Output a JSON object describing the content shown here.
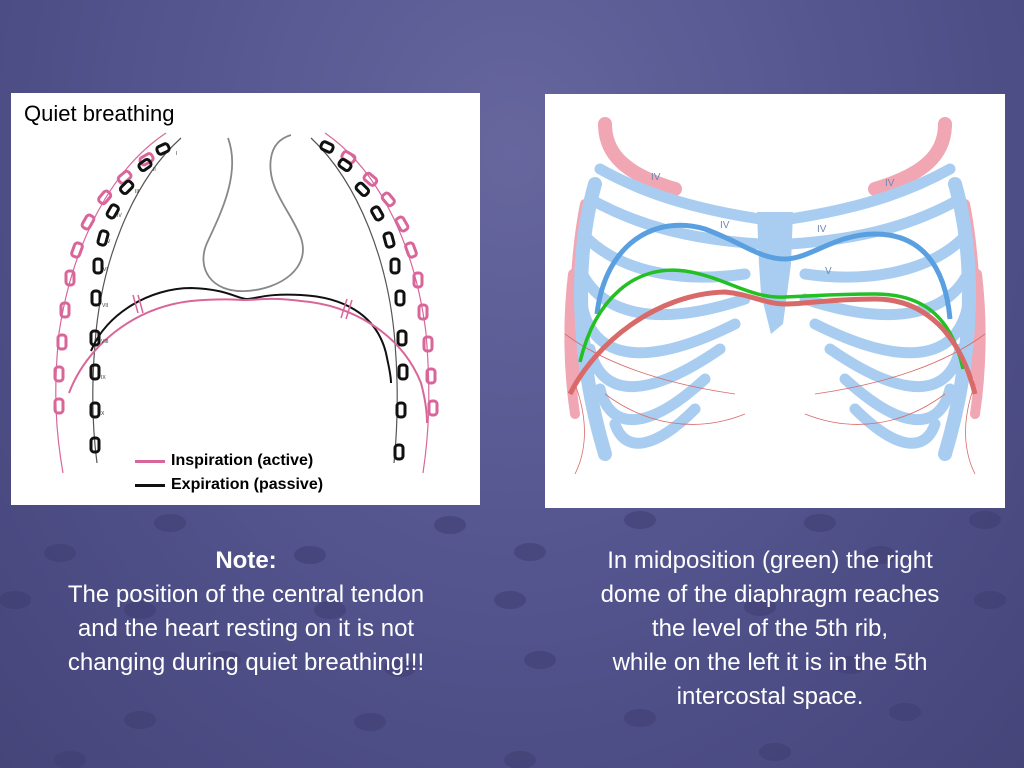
{
  "left_figure": {
    "title": "Quiet breathing",
    "legend": [
      {
        "label": "Inspiration (active)",
        "color": "#d9669a"
      },
      {
        "label": "Expiration (passive)",
        "color": "#111111"
      }
    ],
    "rib_numerals": [
      "I",
      "II",
      "III",
      "IV",
      "V",
      "VI",
      "VII",
      "VIII",
      "IX",
      "X"
    ]
  },
  "right_figure": {
    "rib_labels": [
      "IV",
      "IV",
      "IV",
      "IV",
      "V"
    ],
    "colors": {
      "midposition": "#22c022",
      "expiration": "#5aa0e0",
      "inspiration": "#d86a6a",
      "ribs": "#a9cdf0",
      "pink_ribs": "#f0a7b3"
    }
  },
  "note": {
    "heading": "Note:",
    "lines": [
      "The position of the central tendon",
      "and the heart resting on it is not",
      "changing during quiet breathing!!!"
    ]
  },
  "right_text": {
    "lines": [
      "In midposition (green) the right",
      "dome of the diaphragm reaches",
      "the level of the 5th rib,",
      "while on the left it is in the 5th",
      "intercostal space."
    ]
  }
}
